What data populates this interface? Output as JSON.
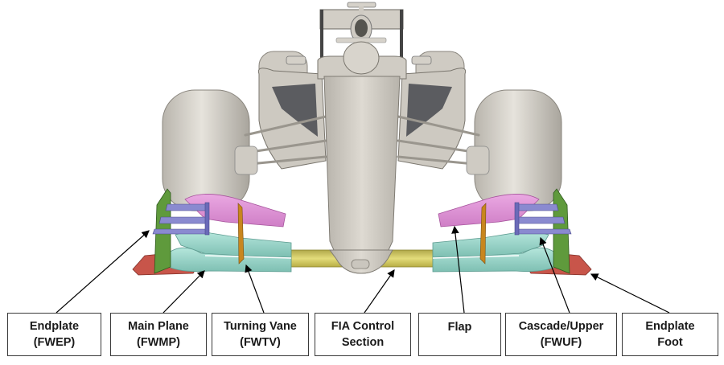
{
  "figure": {
    "subject": "Formula 1 car front view with front wing components highlighted",
    "component_colors": {
      "endplate": "#5f9a3c",
      "main_plane": "#9fd8cc",
      "turning_vane": "#c8861e",
      "fia_control_section": "#d8cf6a",
      "flap": "#e090d6",
      "cascade_upper": "#8a8ad0",
      "endplate_foot": "#c8554a",
      "car_body": "#d8d4cc"
    }
  },
  "labels": [
    {
      "id": "endplate",
      "line1": "Endplate",
      "line2": "(FWEP)"
    },
    {
      "id": "main-plane",
      "line1": "Main Plane",
      "line2": "(FWMP)"
    },
    {
      "id": "turning-vane",
      "line1": "Turning Vane",
      "line2": "(FWTV)"
    },
    {
      "id": "fia-control",
      "line1": "FIA Control",
      "line2": "Section"
    },
    {
      "id": "flap",
      "line1": "Flap",
      "line2": ""
    },
    {
      "id": "cascade-upper",
      "line1": "Cascade/Upper",
      "line2": "(FWUF)"
    },
    {
      "id": "endplate-foot",
      "line1": "Endplate",
      "line2": "Foot"
    }
  ]
}
